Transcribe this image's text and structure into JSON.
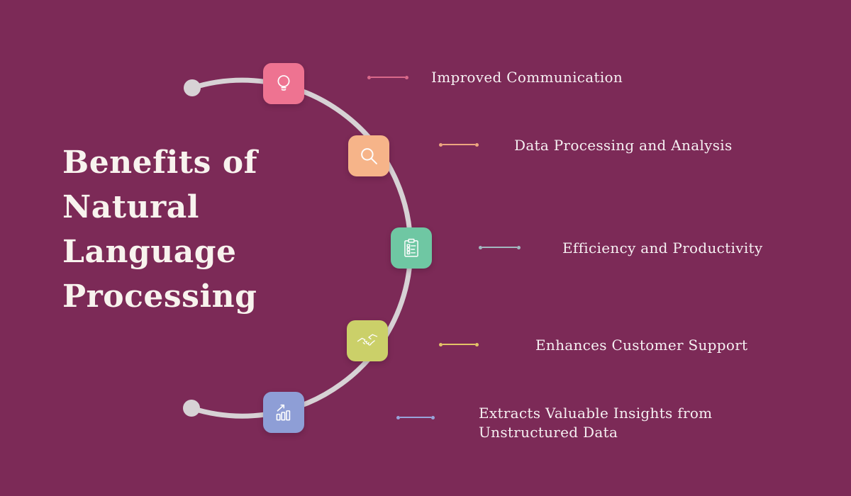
{
  "page": {
    "background_color": "#7c2a57"
  },
  "title": {
    "text": "Benefits of Natural Language Processing",
    "lines": [
      "Benefits of",
      "Natural",
      "Language",
      "Processing"
    ],
    "color": "#f8f3ee"
  },
  "timeline": {
    "arc_color": "#d7d2d5",
    "arc_endpoints": "gray dot at top-left and bottom-left of arc"
  },
  "items": [
    {
      "label": "Improved Communication",
      "icon": "lightbulb-icon",
      "icon_color": "#ee7391",
      "connector_color": "#d9698a"
    },
    {
      "label": "Data Processing and Analysis",
      "icon": "search-icon",
      "icon_color": "#f6b489",
      "connector_color": "#eda67f"
    },
    {
      "label": "Efficiency and Productivity",
      "icon": "checklist-icon",
      "icon_color": "#6fc7a3",
      "connector_color": "#a3b8c0"
    },
    {
      "label": "Enhances Customer Support",
      "icon": "handshake-icon",
      "icon_color": "#cbd069",
      "connector_color": "#e3c467"
    },
    {
      "label": "Extracts Valuable Insights from Unstructured Data",
      "icon": "bar-chart-icon",
      "icon_color": "#8e9ed6",
      "connector_color": "#98a4da"
    }
  ]
}
